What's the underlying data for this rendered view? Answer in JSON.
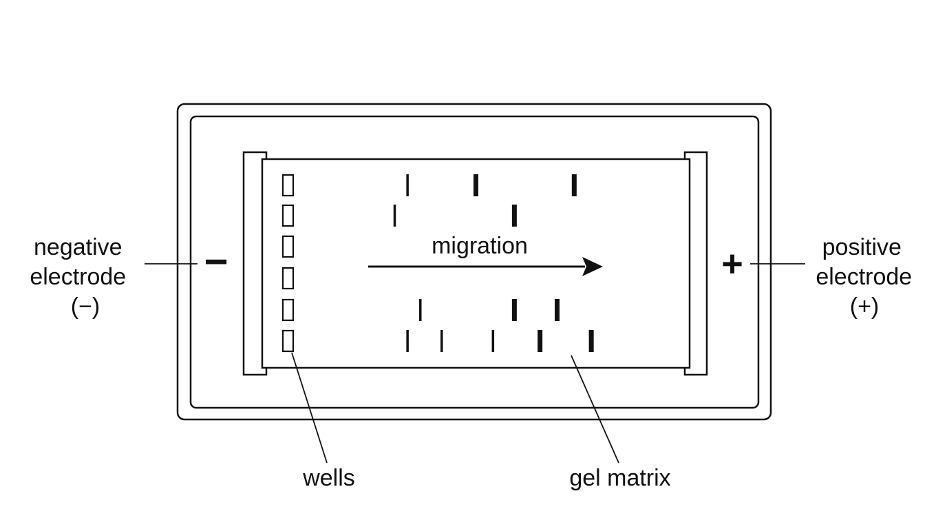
{
  "labels": {
    "negative_electrode": [
      "negative",
      "electrode",
      "(−)"
    ],
    "positive_electrode": [
      "positive",
      "electrode",
      "(+)"
    ],
    "negative_symbol": "−",
    "positive_symbol": "+",
    "migration": "migration",
    "wells": "wells",
    "gel_matrix": "gel matrix"
  },
  "wells_count": 6,
  "lanes": [
    [
      {
        "pos": 0.34,
        "weight": "thin"
      },
      {
        "pos": 0.5,
        "weight": "thick"
      },
      {
        "pos": 0.73,
        "weight": "thick"
      }
    ],
    [
      {
        "pos": 0.31,
        "weight": "thin"
      },
      {
        "pos": 0.59,
        "weight": "thick"
      }
    ],
    [],
    [],
    [
      {
        "pos": 0.37,
        "weight": "thin"
      },
      {
        "pos": 0.59,
        "weight": "thick"
      },
      {
        "pos": 0.69,
        "weight": "thick"
      }
    ],
    [
      {
        "pos": 0.34,
        "weight": "thin"
      },
      {
        "pos": 0.42,
        "weight": "thin"
      },
      {
        "pos": 0.54,
        "weight": "thin"
      },
      {
        "pos": 0.65,
        "weight": "thick"
      },
      {
        "pos": 0.77,
        "weight": "thick"
      }
    ]
  ],
  "colors": {
    "stroke": "#111111",
    "background": "#ffffff"
  }
}
